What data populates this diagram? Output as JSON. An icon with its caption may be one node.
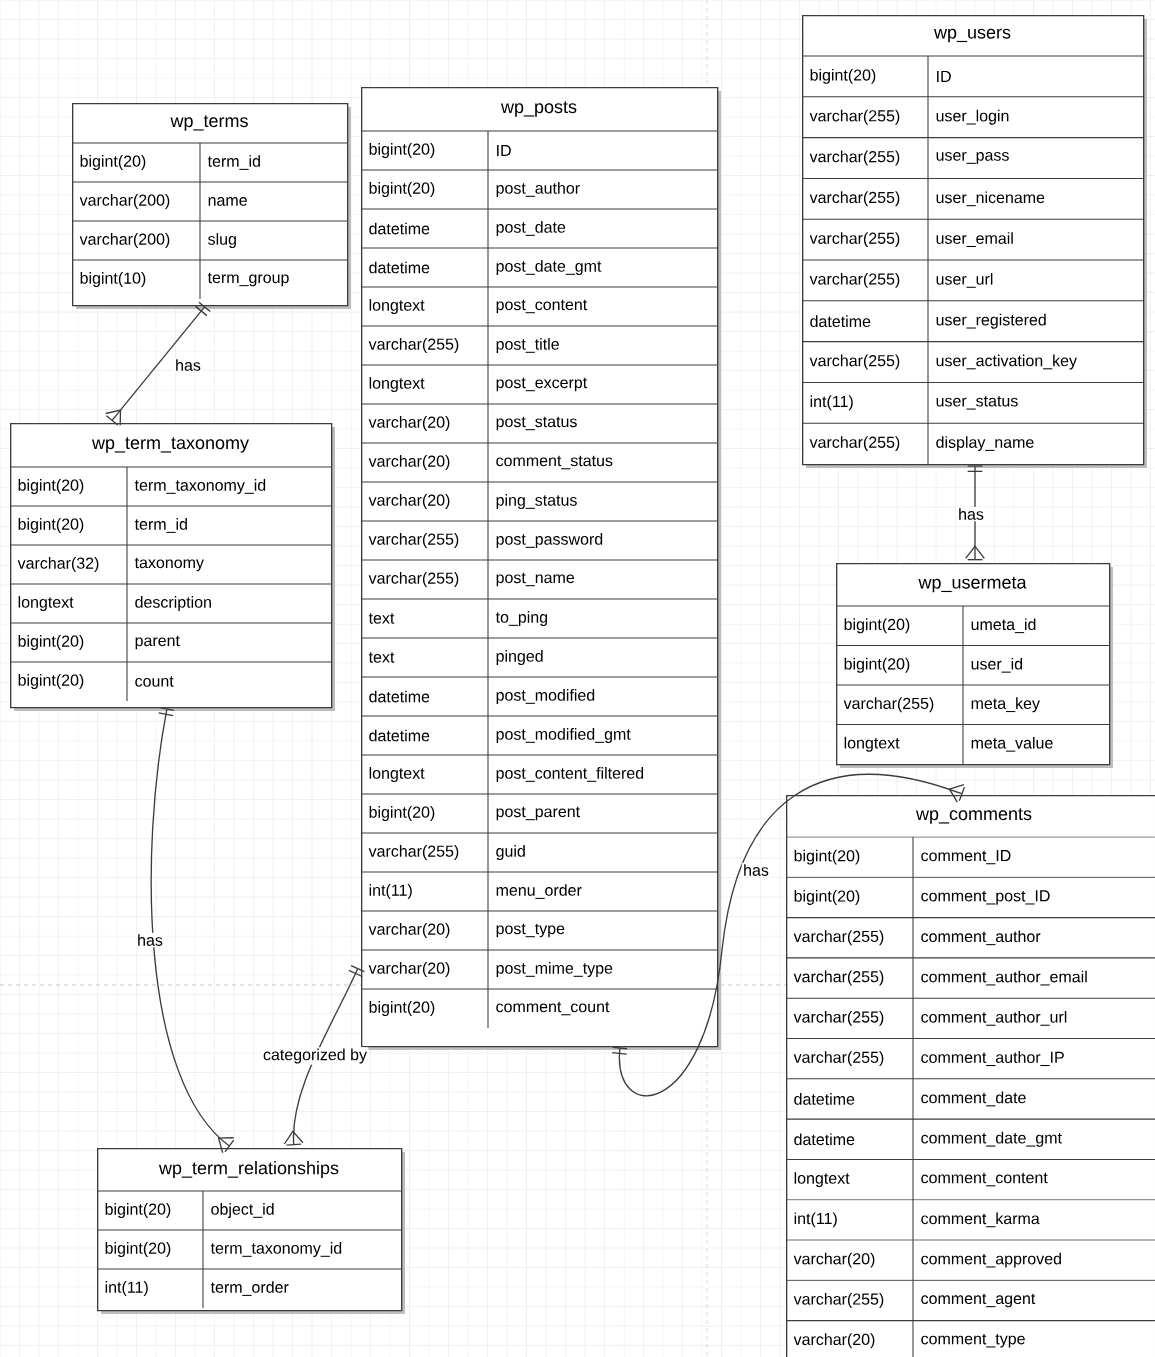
{
  "diagram": {
    "nodes": [
      {
        "text": [
          "wp_terms",
          "bigint(20)",
          "term_id",
          "varchar(200)",
          "name",
          "varchar(200)",
          "slug",
          "bigint(10)",
          "term_group"
        ]
      },
      {
        "text": [
          "wp_posts",
          "bigint(20)",
          "ID",
          "bigint(20)",
          "post_author",
          "datetime",
          "post_date",
          "datetime",
          "post_date_gmt",
          "longtext",
          "post_content",
          "varchar(255)",
          "post_title",
          "longtext",
          "post_excerpt",
          "varchar(20)",
          "post_status",
          "varchar(20)",
          "comment_status",
          "varchar(20)",
          "ping_status",
          "varchar(255)",
          "post_password",
          "varchar(255)",
          "post_name",
          "text",
          "to_ping",
          "text",
          "pinged",
          "datetime",
          "post_modified",
          "datetime",
          "post_modified_gmt",
          "longtext",
          "post_content_filtered",
          "bigint(20)",
          "post_parent",
          "varchar(255)",
          "guid",
          "int(11)",
          "menu_order",
          "varchar(20)",
          "post_type",
          "varchar(20)",
          "post_mime_type",
          "bigint(20)",
          "comment_count"
        ]
      },
      {
        "text": [
          "wp_users",
          "bigint(20)",
          "ID",
          "varchar(255)",
          "user_login",
          "varchar(255)",
          "user_pass",
          "varchar(255)",
          "user_nicename",
          "varchar(255)",
          "user_email",
          "varchar(255)",
          "user_url",
          "datetime",
          "user_registered",
          "varchar(255)",
          "user_activation_key",
          "int(11)",
          "user_status",
          "varchar(255)",
          "display_name"
        ]
      },
      {
        "text": [
          "wp_term_taxonomy",
          "bigint(20)",
          "term_taxonomy_id",
          "bigint(20)",
          "term_id",
          "varchar(32)",
          "taxonomy",
          "longtext",
          "description",
          "bigint(20)",
          "parent",
          "bigint(20)",
          "count"
        ]
      },
      {
        "text": [
          "wp_usermeta",
          "bigint(20)",
          "umeta_id",
          "bigint(20)",
          "user_id",
          "varchar(255)",
          "meta_key",
          "longtext",
          "meta_value"
        ]
      },
      {
        "text": [
          "wp_comments",
          "bigint(20)",
          "comment_ID",
          "bigint(20)",
          "comment_post_ID",
          "varchar(255)",
          "comment_author",
          "varchar(255)",
          "comment_author_email",
          "varchar(255)",
          "comment_author_url",
          "varchar(255)",
          "comment_author_IP",
          "datetime",
          "comment_date",
          "datetime",
          "comment_date_gmt",
          "longtext",
          "comment_content",
          "int(11)",
          "comment_karma",
          "varchar(20)",
          "comment_approved",
          "varchar(255)",
          "comment_agent",
          "varchar(20)",
          "comment_type"
        ]
      },
      {
        "text": [
          "wp_term_relationships",
          "bigint(20)",
          "object_id",
          "bigint(20)",
          "term_taxonomy_id",
          "int(11)",
          "term_order"
        ]
      }
    ],
    "edges": [
      {
        "from": 0,
        "to": 3,
        "arrow": "other",
        "label": "has"
      },
      {
        "from": 3,
        "to": 6,
        "arrow": "other",
        "label": "has"
      },
      {
        "from": 1,
        "to": 6,
        "arrow": "other",
        "label": "categorized by"
      },
      {
        "from": 2,
        "to": 4,
        "arrow": "other",
        "label": "has"
      },
      {
        "from": 1,
        "to": 5,
        "arrow": "other",
        "label": "has"
      }
    ]
  }
}
